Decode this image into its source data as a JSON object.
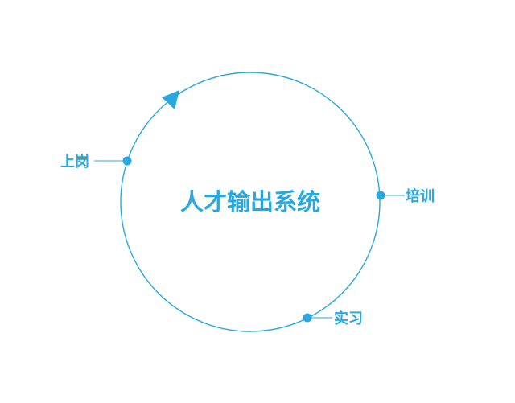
{
  "diagram": {
    "center_title": "人才输出系统",
    "nodes": [
      {
        "id": "shanggang",
        "label": "上岗"
      },
      {
        "id": "peixun",
        "label": "培训"
      },
      {
        "id": "shixi",
        "label": "实习"
      }
    ],
    "colors": {
      "primary": "#29a8df",
      "background": "#ffffff"
    },
    "icons": {
      "direction_marker": "triangle-arrow-icon"
    }
  }
}
